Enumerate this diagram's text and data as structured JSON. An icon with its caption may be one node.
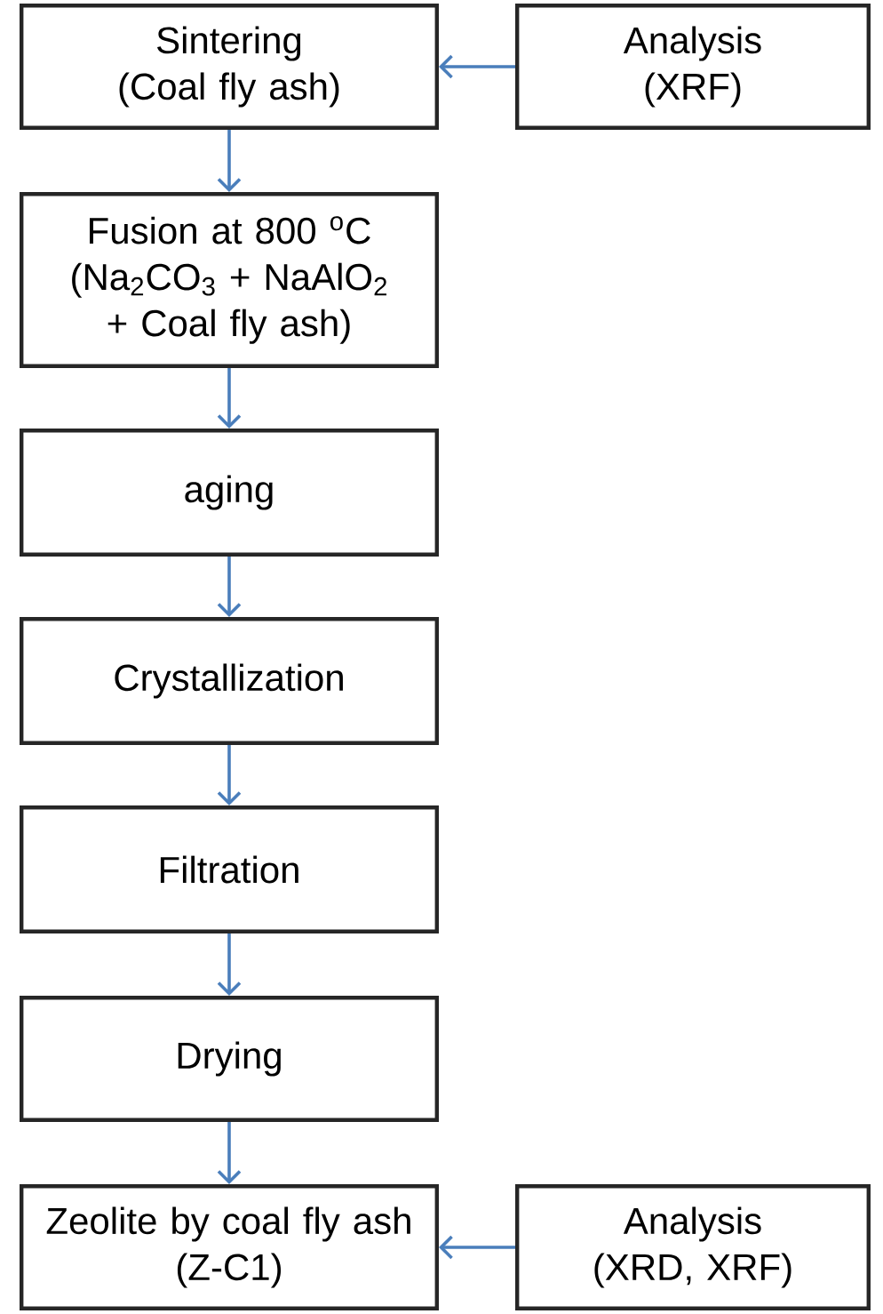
{
  "diagram": {
    "nodes": [
      {
        "text": [
          "Sintering",
          "(Coal fly ash)"
        ]
      },
      {
        "text": [
          "Analysis",
          "(XRF)"
        ]
      },
      {
        "text": [
          "Fusion at 800 $^{o}$C",
          "(Na$_{2}$CO$_{3}$ + NaAlO$_{2}$ + Coal fly ash)"
        ]
      },
      {
        "text": [
          "aging"
        ]
      },
      {
        "text": [
          "Crystallization"
        ]
      },
      {
        "text": [
          "Filtration"
        ]
      },
      {
        "text": [
          "Drying"
        ]
      },
      {
        "text": [
          "Zeolite by coal fly ash",
          "(Z-C1)"
        ]
      },
      {
        "text": [
          "Analysis",
          "(XRD, XRF)"
        ]
      }
    ],
    "edges": [
      {
        "from": 1,
        "to": 0,
        "arrow": "to"
      },
      {
        "from": 0,
        "to": 2,
        "arrow": "to"
      },
      {
        "from": 2,
        "to": 3,
        "arrow": "to"
      },
      {
        "from": 3,
        "to": 4,
        "arrow": "to"
      },
      {
        "from": 4,
        "to": 5,
        "arrow": "to"
      },
      {
        "from": 5,
        "to": 6,
        "arrow": "to"
      },
      {
        "from": 6,
        "to": 7,
        "arrow": "to"
      },
      {
        "from": 8,
        "to": 7,
        "arrow": "to"
      }
    ]
  }
}
